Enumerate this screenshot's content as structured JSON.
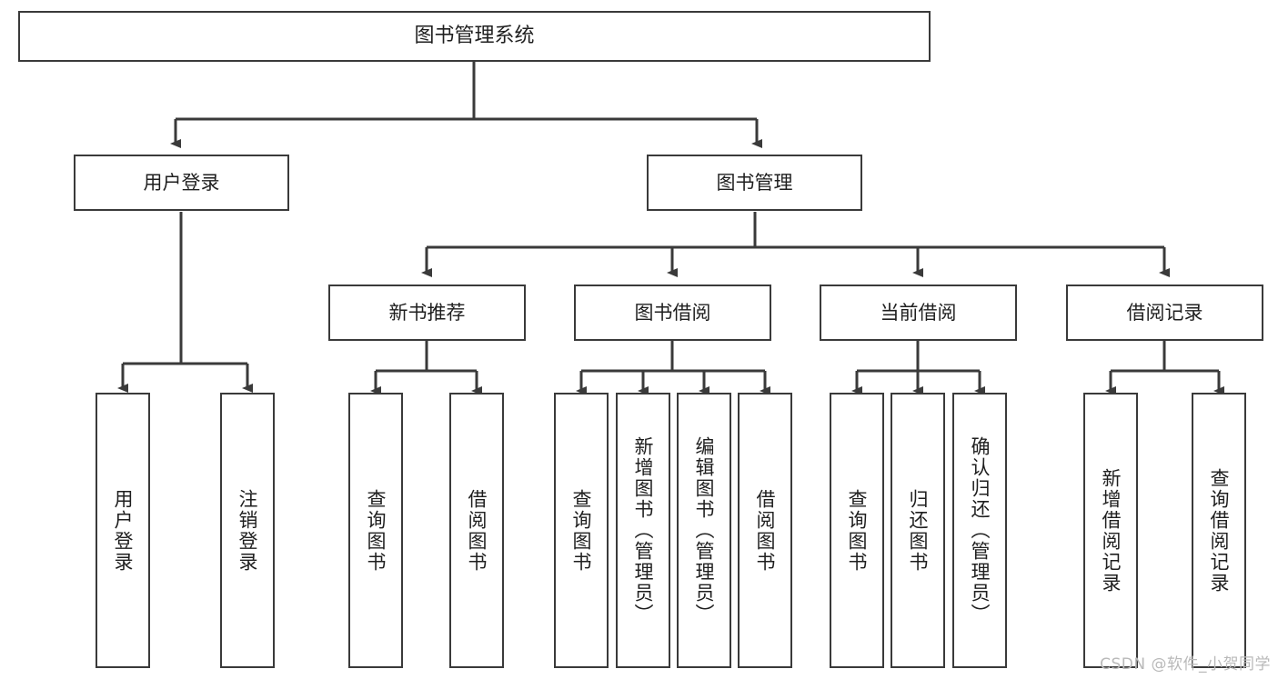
{
  "diagram": {
    "title": "图书管理系统",
    "watermark": "CSDN @软件_小贺同学",
    "root": {
      "label": "图书管理系统"
    },
    "level2": [
      {
        "label": "用户登录"
      },
      {
        "label": "图书管理"
      }
    ],
    "level3": [
      {
        "label": "新书推荐"
      },
      {
        "label": "图书借阅"
      },
      {
        "label": "当前借阅"
      },
      {
        "label": "借阅记录"
      }
    ],
    "leaves": {
      "user_login": [
        {
          "label": "用户登录"
        },
        {
          "label": "注销登录"
        }
      ],
      "new_book": [
        {
          "label": "查询图书"
        },
        {
          "label": "借阅图书"
        }
      ],
      "borrow": [
        {
          "label": "查询图书"
        },
        {
          "label": "新增图书（管理员）"
        },
        {
          "label": "编辑图书（管理员）"
        },
        {
          "label": "借阅图书"
        }
      ],
      "current": [
        {
          "label": "查询图书"
        },
        {
          "label": "归还图书"
        },
        {
          "label": "确认归还（管理员）"
        }
      ],
      "records": [
        {
          "label": "新增借阅记录"
        },
        {
          "label": "查询借阅记录"
        }
      ]
    },
    "colors": {
      "stroke": "#3a3a3a",
      "fill": "#ffffff",
      "text": "#1f1f1f",
      "watermark": "#b9b9b9"
    }
  }
}
